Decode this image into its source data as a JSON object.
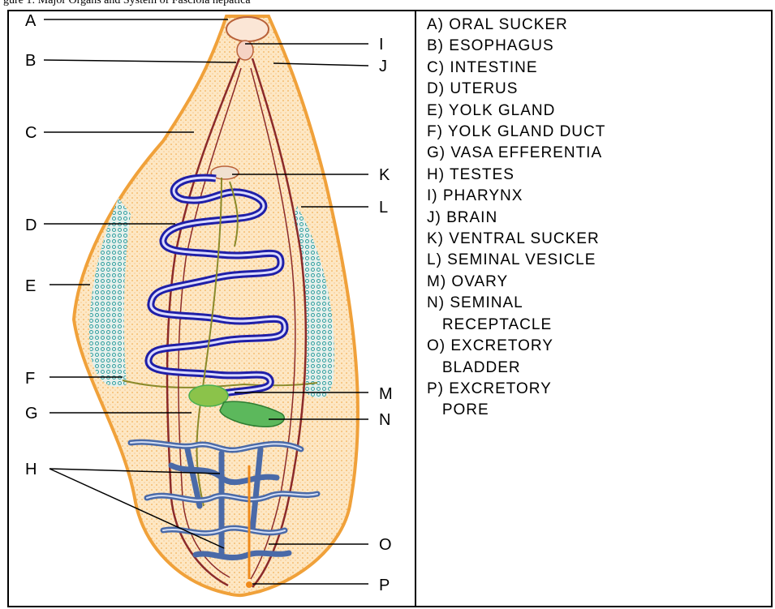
{
  "caption": "gure 1: Major Organs and System of Fasciola hepatica",
  "figure_labels": [
    "A",
    "B",
    "C",
    "D",
    "E",
    "F",
    "G",
    "H",
    "I",
    "J",
    "K",
    "L",
    "M",
    "N",
    "O",
    "P"
  ],
  "legend": [
    "A) ORAL SUCKER",
    "B) ESOPHAGUS",
    "C) INTESTINE",
    "D) UTERUS",
    "E) YOLK GLAND",
    "F) YOLK GLAND DUCT",
    "G) VASA EFFERENTIA",
    "H) TESTES",
    "I) PHARYNX",
    "J) BRAIN",
    "K) VENTRAL SUCKER",
    "L) SEMINAL VESICLE",
    "M) OVARY",
    "N) SEMINAL",
    "   RECEPTACLE",
    "O) EXCRETORY",
    "   BLADDER",
    "P) EXCRETORY",
    "   PORE"
  ],
  "colors": {
    "body_outline": "#f0a13a",
    "body_fill": "#fde7c4",
    "intestine": "#8b2a2a",
    "uterus": "#1f1fa8",
    "yolk_gland": "#2f9e9e",
    "testes": "#4a6aa8",
    "ovary": "#4caf50",
    "ducts": "#8a8a2a"
  }
}
